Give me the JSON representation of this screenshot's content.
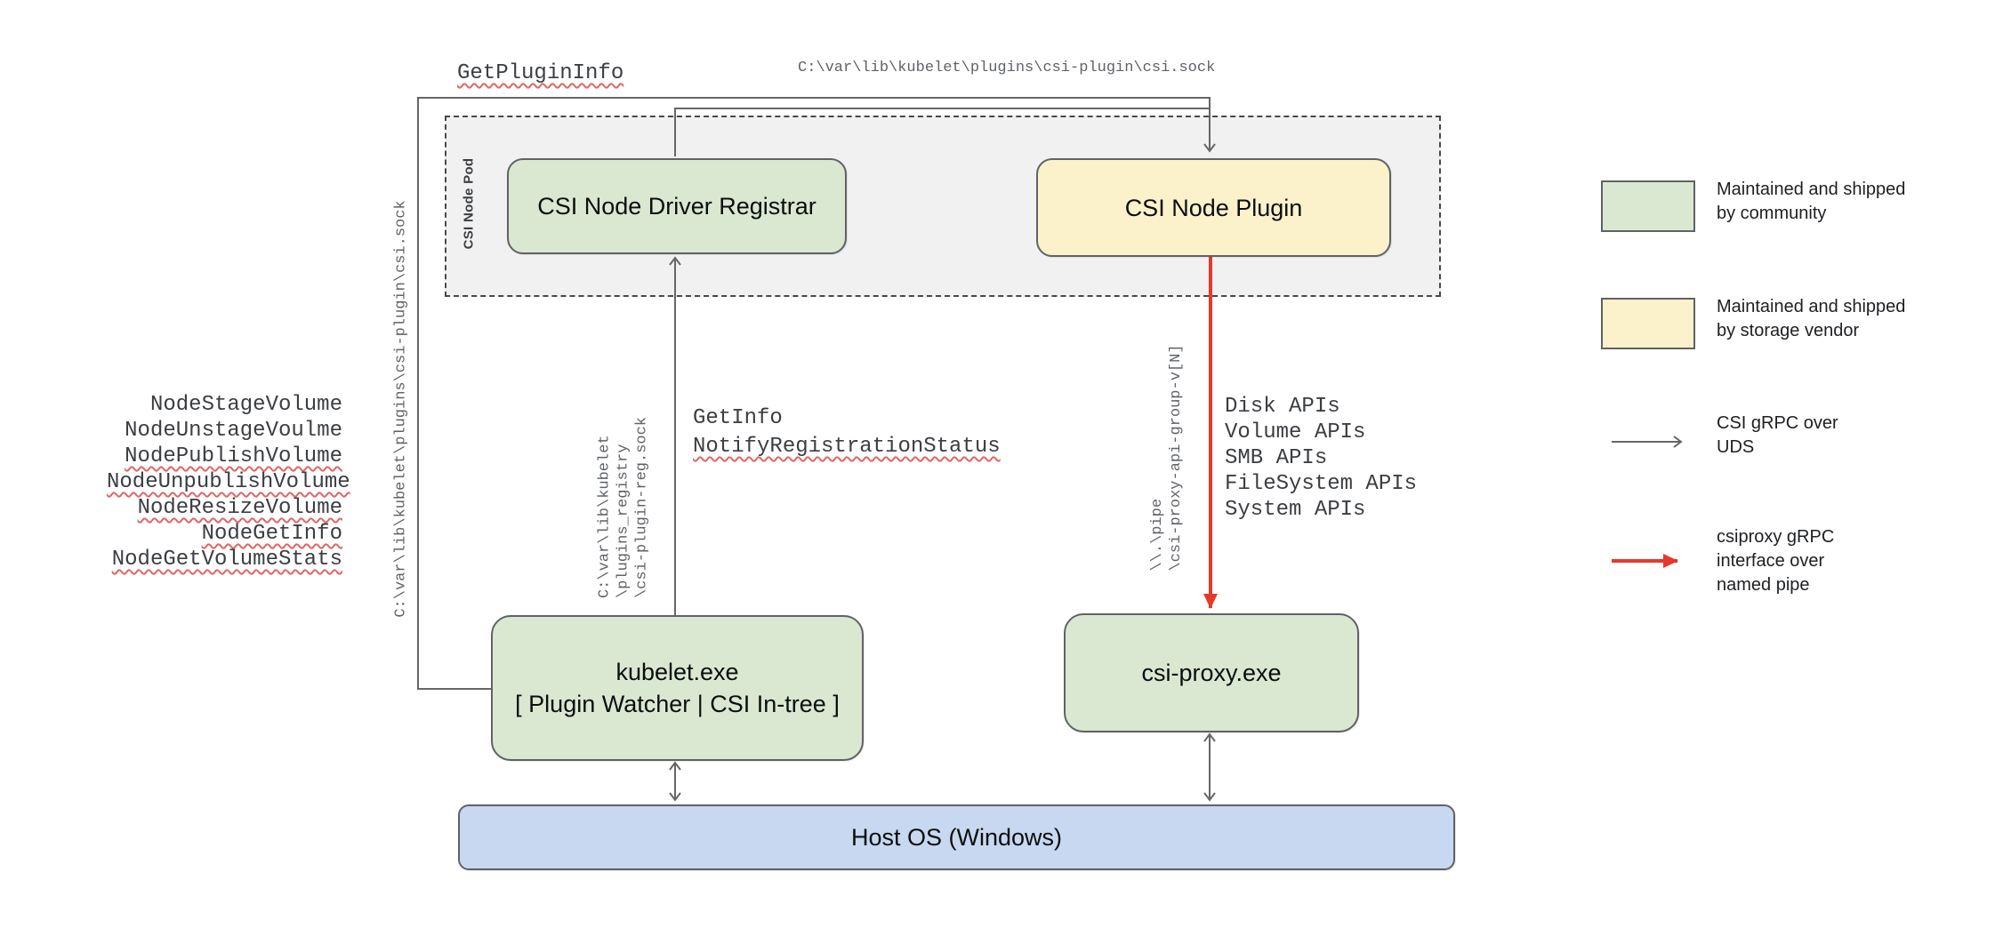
{
  "pod": {
    "label": "CSI Node Pod"
  },
  "nodes": {
    "registrar": {
      "label": "CSI Node Driver Registrar"
    },
    "plugin": {
      "label": "CSI Node Plugin"
    },
    "kubelet": {
      "label": "kubelet.exe\n[ Plugin Watcher | CSI In-tree ]"
    },
    "csi_proxy": {
      "label": "csi-proxy.exe"
    },
    "host_os": {
      "label": "Host OS (Windows)"
    }
  },
  "annotations": {
    "get_plugin_info": "GetPluginInfo",
    "top_socket_path": "C:\\var\\lib\\kubelet\\plugins\\csi-plugin\\csi.sock",
    "left_socket_path": "C:\\var\\lib\\kubelet\\plugins\\csi-plugin\\csi.sock",
    "registry_socket_path": "C:\\var\\lib\\kubelet\n\\plugins_registry\n\\csi-plugin-reg.sock",
    "get_info": "GetInfo",
    "notify_registration_status": "NotifyRegistrationStatus",
    "named_pipe_path": "\\\\.\\pipe\n\\csi-proxy-api-group-v[N]",
    "node_methods": [
      "NodeStageVolume",
      "NodeUnstageVoulme",
      "NodePublishVolume",
      "NodeUnpublishVolume",
      "NodeResizeVolume",
      "NodeGetInfo",
      "NodeGetVolumeStats"
    ],
    "node_methods_misspelled_indices": [
      2,
      3,
      4,
      5,
      6
    ],
    "proxy_apis": [
      "Disk APIs",
      "Volume APIs",
      "SMB APIs",
      "FileSystem APIs",
      "System APIs"
    ]
  },
  "legend": {
    "community": {
      "label": "Maintained and shipped\nby community",
      "swatch_color": "#dae8d2"
    },
    "vendor": {
      "label": "Maintained and shipped\nby storage vendor",
      "swatch_color": "#fbf1ca"
    },
    "uds": {
      "label": "CSI gRPC over\nUDS",
      "arrow_color": "#666666"
    },
    "named_pipe": {
      "label": "csiproxy gRPC\ninterface over\nnamed pipe",
      "arrow_color": "#e5392b"
    }
  },
  "colors": {
    "community_green": "#dae8d2",
    "vendor_yellow": "#fbf1ca",
    "host_blue": "#c8d8f1",
    "pod_gray": "#f1f1f1",
    "connector_gray": "#666666",
    "connector_red": "#e5392b",
    "squiggle_red": "#e06666"
  }
}
